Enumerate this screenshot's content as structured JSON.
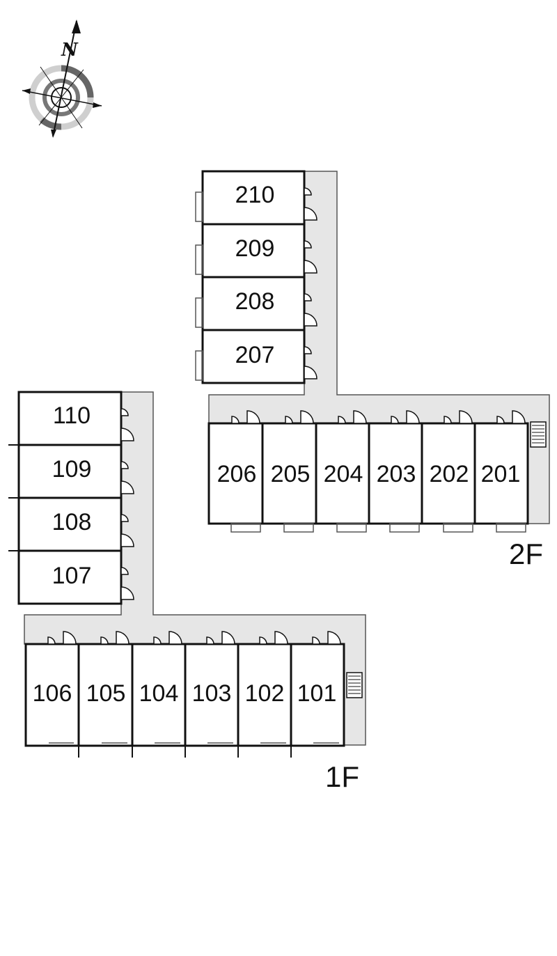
{
  "compass": {
    "north_label": "N",
    "icon": "compass-rose-icon"
  },
  "floors": {
    "second": {
      "label": "2F",
      "units_vertical": [
        "210",
        "209",
        "208",
        "207"
      ],
      "units_horizontal": [
        "206",
        "205",
        "204",
        "203",
        "202",
        "201"
      ]
    },
    "first": {
      "label": "1F",
      "units_vertical": [
        "110",
        "109",
        "108",
        "107"
      ],
      "units_horizontal": [
        "106",
        "105",
        "104",
        "103",
        "102",
        "101"
      ]
    }
  },
  "colors": {
    "corridor": "#e6e6e6",
    "wall": "#111111",
    "background": "#ffffff"
  }
}
